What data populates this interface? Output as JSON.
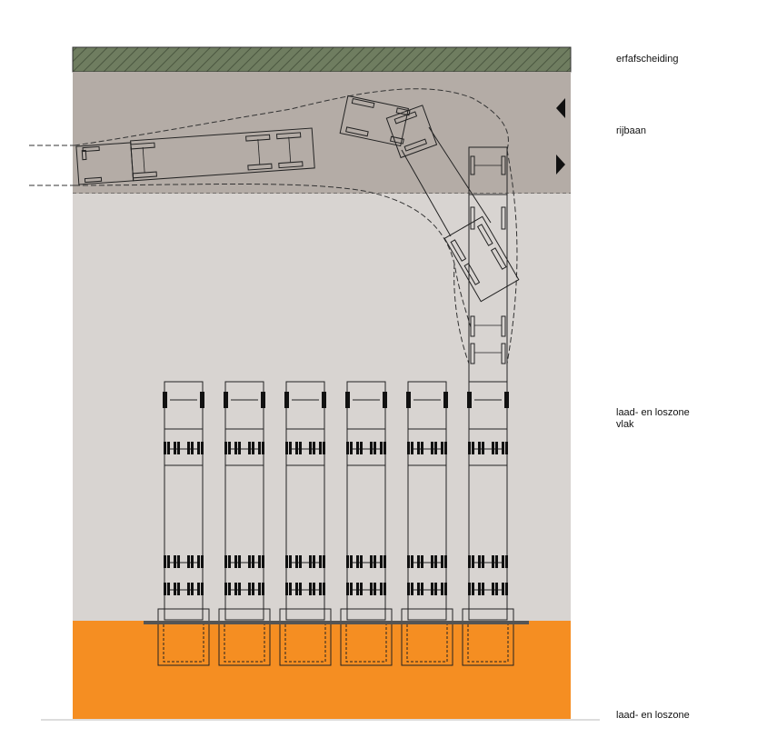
{
  "labels": {
    "fence": "erfafscheiding",
    "road": "rijbaan",
    "yard_line1": "laad- en loszone",
    "yard_line2": "vlak",
    "dock": "laad- en loszone"
  },
  "colors": {
    "fence_fill": "#6f7d60",
    "fence_hatch": "#4b5740",
    "road": "#b4aca6",
    "yard": "#d8d4d1",
    "dock": "#f58e22",
    "lines": "#222222",
    "dock_bar": "#555555"
  },
  "icons": {
    "traffic_left": "triangle-left-icon",
    "traffic_right": "triangle-right-icon"
  },
  "parked_trucks": 6,
  "dock_doors": 6
}
